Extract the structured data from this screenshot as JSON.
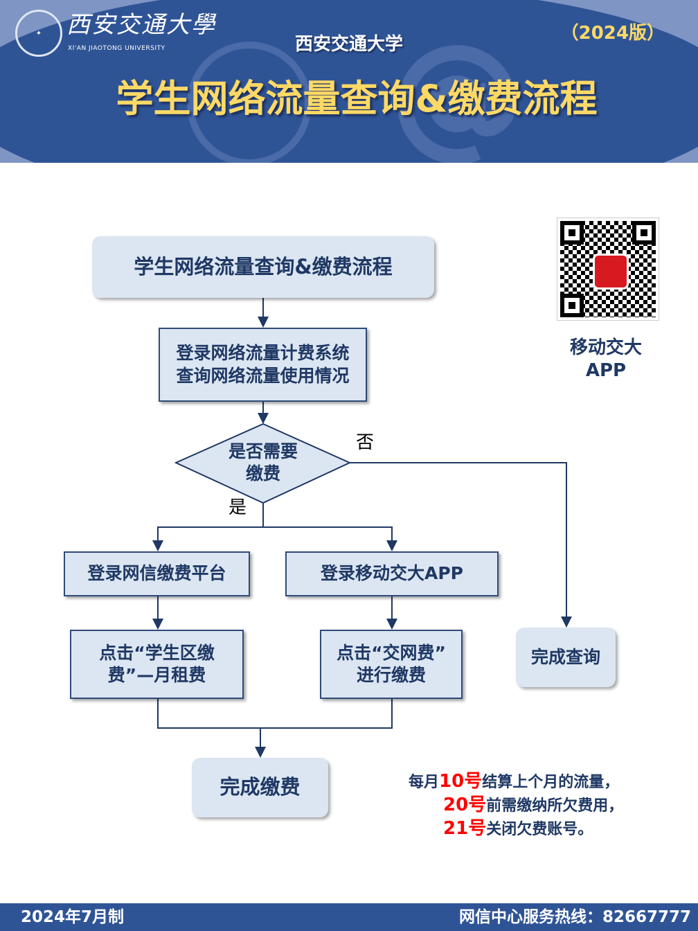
{
  "header": {
    "logo_cn": "西安交通大學",
    "logo_en": "XI'AN JIAOTONG UNIVERSITY",
    "university": "西安交通大学",
    "version": "（2024版）",
    "title": "学生网络流量查询&缴费流程"
  },
  "flow": {
    "start": "学生网络流量查询&缴费流程",
    "step_login_query": [
      "登录网络流量计费系统",
      "查询网络流量使用情况"
    ],
    "decision": [
      "是否需要",
      "缴费"
    ],
    "no_label": "否",
    "yes_label": "是",
    "left_login": "登录网信缴费平台",
    "right_login": "登录移动交大APP",
    "left_click": [
      "点击“学生区缴",
      "费”—月租费"
    ],
    "right_click": [
      "点击“交网费”",
      "进行缴费"
    ],
    "done_query": "完成查询",
    "done_pay": "完成缴费"
  },
  "qr": {
    "label_line1": "移动交大",
    "label_line2": "APP"
  },
  "notes": [
    {
      "pre": "每月",
      "red": "10号",
      "text": "结算上个月的流量，"
    },
    {
      "pre": "",
      "red": "20号",
      "text": "前需缴纳所欠费用，"
    },
    {
      "pre": "",
      "red": "21号",
      "text": "关闭欠费账号。"
    }
  ],
  "footer": {
    "date": "2024年7月制",
    "hotline": "网信中心服务热线：82667777"
  },
  "colors": {
    "brand": "#2f5496",
    "title_yellow": "#ffd966",
    "box_fill": "#dce6f2",
    "text_navy": "#1f3864",
    "highlight_red": "#ff0000"
  }
}
